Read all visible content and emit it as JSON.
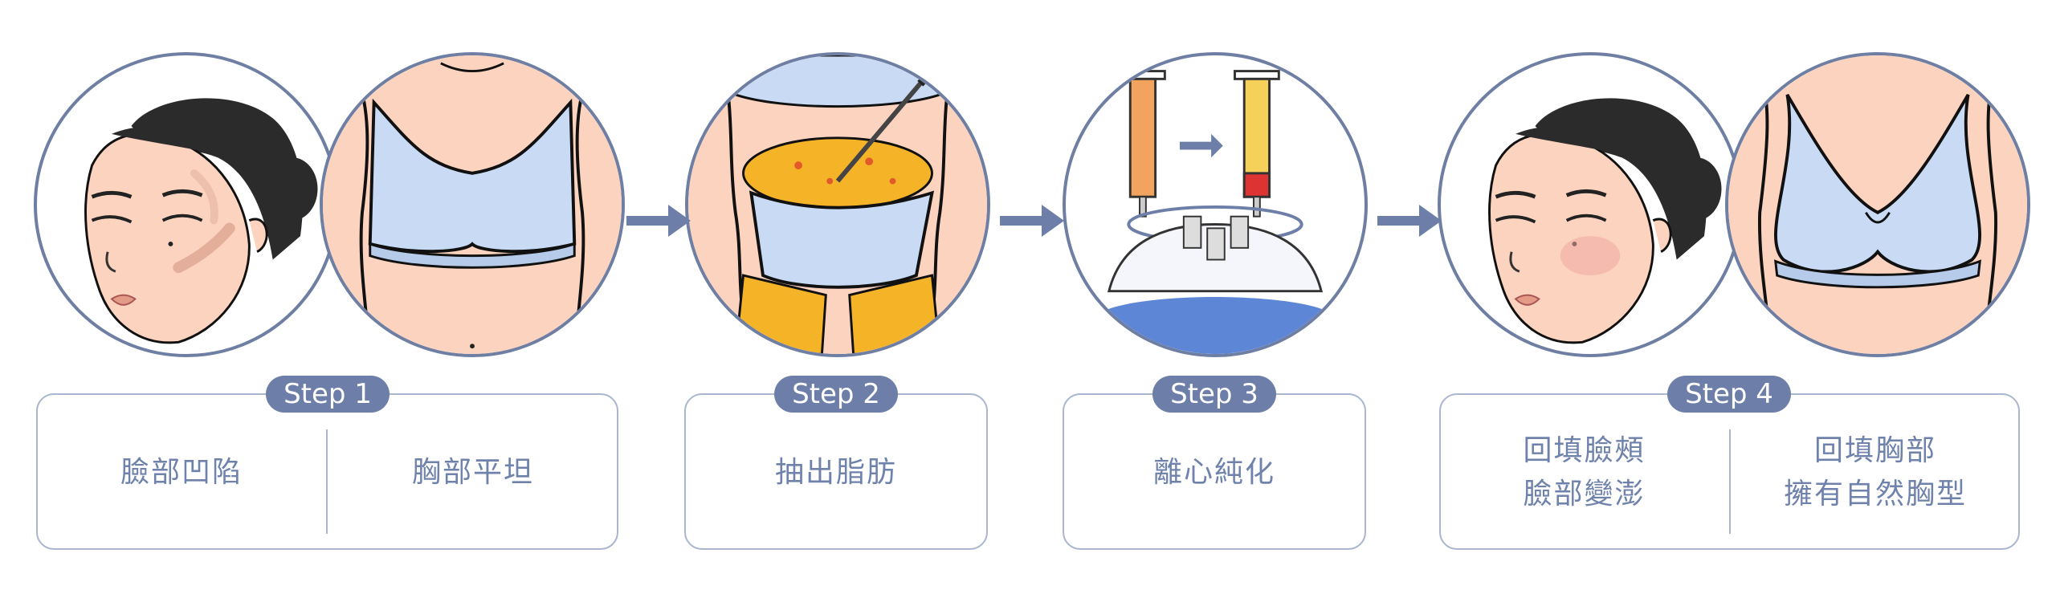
{
  "colors": {
    "accent": "#6d7fa8",
    "circle_border": "#6e7fa3",
    "box_border": "#aab6cf",
    "label_text": "#6f82ab",
    "skin": "#fbd3bf",
    "bra": "#c9dbf4",
    "fat": "#f5b328"
  },
  "steps": [
    {
      "badge": "Step 1",
      "labels": [
        "臉部凹陷",
        "胸部平坦"
      ]
    },
    {
      "badge": "Step 2",
      "labels": [
        "抽出脂肪"
      ]
    },
    {
      "badge": "Step 3",
      "labels": [
        "離心純化"
      ]
    },
    {
      "badge": "Step 4",
      "labels": [
        "回填臉頰",
        "臉部變澎",
        "回填胸部",
        "擁有自然胸型"
      ]
    }
  ]
}
